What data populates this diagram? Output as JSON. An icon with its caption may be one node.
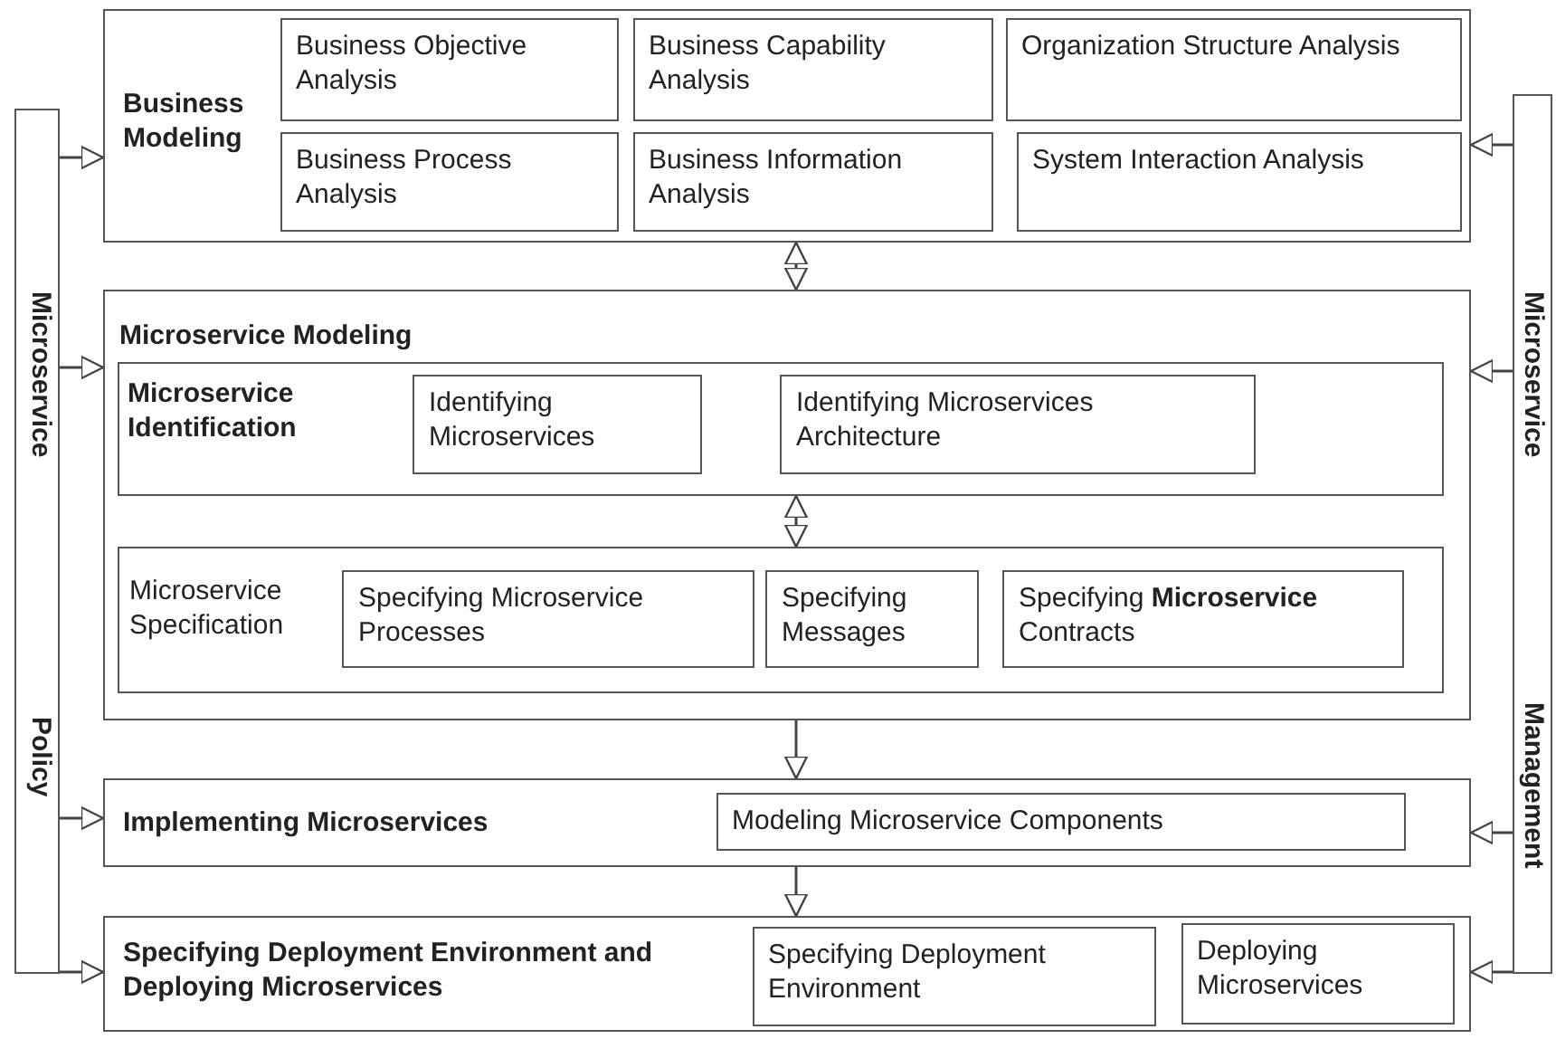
{
  "diagram": {
    "nodes": [
      {
        "text": [
          "Microservice",
          "Policy"
        ]
      },
      {
        "text": [
          "Microservice",
          "Management"
        ]
      },
      {
        "text": [
          "Business Modeling"
        ]
      },
      {
        "text": [
          "Business Objective Analysis"
        ],
        "in": 2
      },
      {
        "text": [
          "Business Capability Analysis"
        ],
        "in": 2
      },
      {
        "text": [
          "Organization Structure Analysis"
        ],
        "in": 2
      },
      {
        "text": [
          "Business Process Analysis"
        ],
        "in": 2
      },
      {
        "text": [
          "Business Information Analysis"
        ],
        "in": 2
      },
      {
        "text": [
          "System Interaction Analysis"
        ],
        "in": 2
      },
      {
        "text": [
          "Microservice Modeling"
        ]
      },
      {
        "text": [
          "Microservice Identification"
        ],
        "in": 9
      },
      {
        "text": [
          "Identifying Microservices"
        ],
        "in": 10
      },
      {
        "text": [
          "Identifying Microservices Architecture"
        ],
        "in": 10
      },
      {
        "text": [
          "Microservice Specification"
        ],
        "in": 9
      },
      {
        "text": [
          "Specifying Microservice Processes"
        ],
        "in": 13
      },
      {
        "text": [
          "Specifying Messages"
        ],
        "in": 13
      },
      {
        "text": [
          "Specifying **Microservice** Contracts"
        ],
        "in": 13
      },
      {
        "text": [
          "Implementing Microservices"
        ]
      },
      {
        "text": [
          "Modeling Microservice Components"
        ],
        "in": 17
      },
      {
        "text": [
          "Specifying Deployment Environment and Deploying Microservices"
        ]
      },
      {
        "text": [
          "Specifying Deployment Environment"
        ],
        "in": 19
      },
      {
        "text": [
          "Deploying Microservices"
        ],
        "in": 19
      }
    ],
    "edges": [
      {
        "from": 0,
        "to": 2,
        "arrow": "to"
      },
      {
        "from": 1,
        "to": 2,
        "arrow": "to"
      },
      {
        "from": 2,
        "to": 9,
        "arrow": "both"
      },
      {
        "from": 0,
        "to": 9,
        "arrow": "to"
      },
      {
        "from": 1,
        "to": 9,
        "arrow": "to"
      },
      {
        "from": 10,
        "to": 13,
        "arrow": "both"
      },
      {
        "from": 9,
        "to": 17,
        "arrow": "to"
      },
      {
        "from": 0,
        "to": 17,
        "arrow": "to"
      },
      {
        "from": 1,
        "to": 17,
        "arrow": "to"
      },
      {
        "from": 17,
        "to": 19,
        "arrow": "to"
      },
      {
        "from": 0,
        "to": 19,
        "arrow": "to"
      },
      {
        "from": 1,
        "to": 19,
        "arrow": "to"
      }
    ]
  }
}
